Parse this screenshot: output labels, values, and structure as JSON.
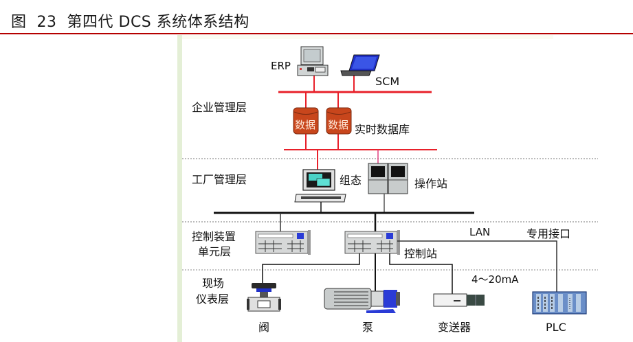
{
  "caption": {
    "prefix": "图",
    "number": "23",
    "title": "第四代 DCS 系统体系结构"
  },
  "layers": [
    {
      "name": "企业管理层"
    },
    {
      "name": "工厂管理层"
    },
    {
      "name_line1": "控制装置",
      "name_line2": "单元层"
    },
    {
      "name_line1": "现场",
      "name_line2": "仪表层"
    }
  ],
  "nodes": {
    "erp": "ERP",
    "scm": "SCM",
    "db1": "数据",
    "db2": "数据",
    "realtime_db": "实时数据库",
    "config": "组态",
    "operator_station": "操作站",
    "lan": "LAN",
    "dedicated_interface": "专用接口",
    "control_station": "控制站",
    "signal": "4～20mA",
    "valve": "阀",
    "pump": "泵",
    "transmitter": "变送器",
    "plc": "PLC"
  },
  "colors": {
    "enterprise_bus": "#e8202a",
    "database": "#c8461c",
    "control_bus": "#111111",
    "caption_rule": "#b50000",
    "accent_blue": "#2a3bd6"
  }
}
